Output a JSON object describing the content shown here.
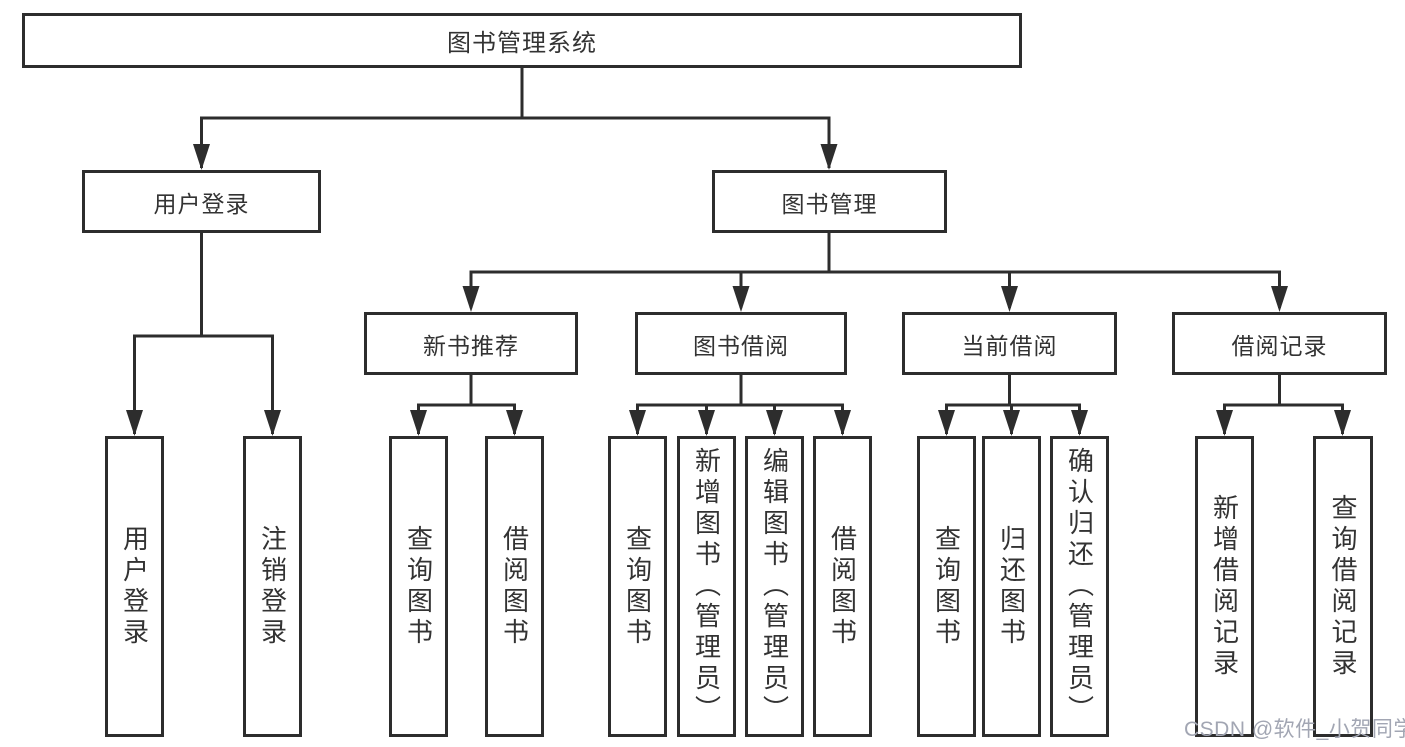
{
  "diagram": {
    "root": {
      "label": "图书管理系统"
    },
    "level2": {
      "user_login": {
        "label": "用户登录"
      },
      "book_mgmt": {
        "label": "图书管理"
      }
    },
    "level3": {
      "new_book": {
        "label": "新书推荐"
      },
      "borrow": {
        "label": "图书借阅"
      },
      "current": {
        "label": "当前借阅"
      },
      "records": {
        "label": "借阅记录"
      }
    },
    "leaves": {
      "user_login": {
        "label": "用户登录"
      },
      "logout": {
        "label": "注销登录"
      },
      "new_book_query": {
        "label": "查询图书"
      },
      "new_book_borrow": {
        "label": "借阅图书"
      },
      "borrow_query": {
        "label": "查询图书"
      },
      "borrow_add": {
        "label": "新增图书（管理员）"
      },
      "borrow_edit": {
        "label": "编辑图书（管理员）"
      },
      "borrow_do": {
        "label": "借阅图书"
      },
      "current_query": {
        "label": "查询图书"
      },
      "current_return": {
        "label": "归还图书"
      },
      "current_confirm": {
        "label": "确认归还（管理员）"
      },
      "records_add": {
        "label": "新增借阅记录"
      },
      "records_query": {
        "label": "查询借阅记录"
      }
    },
    "watermark": "CSDN @软件_小贺同学",
    "colors": {
      "line": "#2d2d2d",
      "text": "#333333",
      "watermark": "#a2a6b3",
      "background": "#ffffff"
    }
  }
}
